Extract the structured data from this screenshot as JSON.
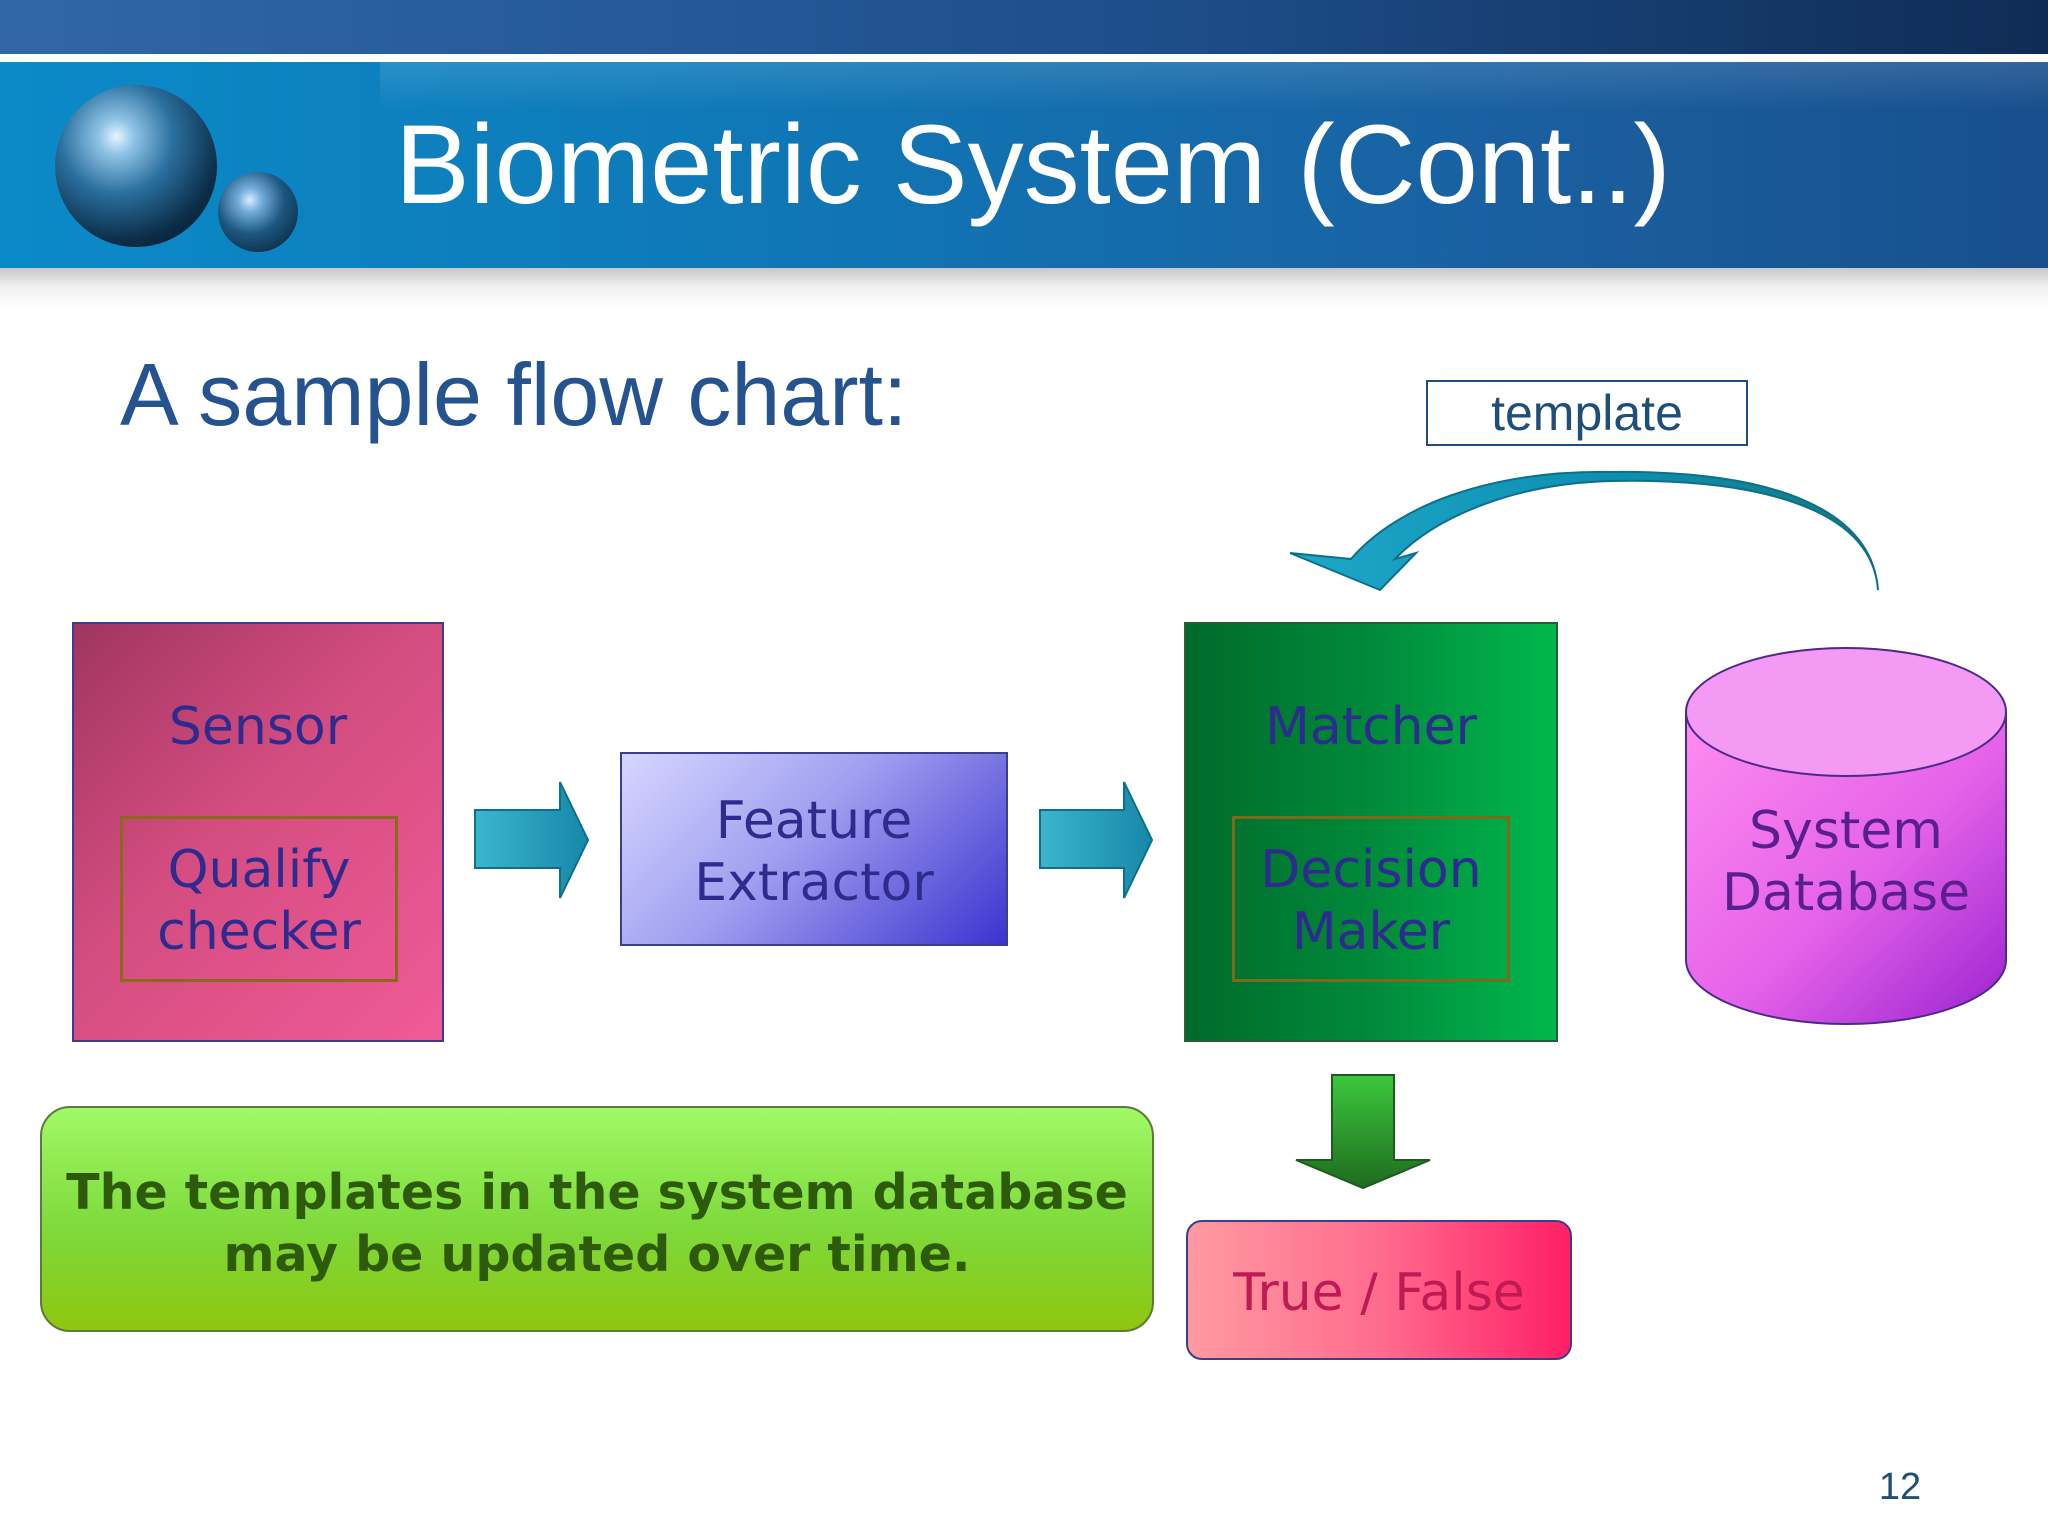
{
  "slide": {
    "title": "Biometric System (Cont..)",
    "subtitle": "A sample flow chart:",
    "page_number": "12"
  },
  "diagram": {
    "template_label": "template",
    "sensor": "Sensor",
    "qualify_checker": "Qualify\nchecker",
    "feature_extractor": "Feature\nExtractor",
    "matcher": "Matcher",
    "decision_maker": "Decision\nMaker",
    "system_database": "System\nDatabase",
    "result": "True / False",
    "note": "The templates in the system database\nmay be updated over time."
  },
  "colors": {
    "title_band": "#0f79b8",
    "title_text": "#ffffff",
    "subtitle_text": "#24538f",
    "label_text": "#2e2b8f",
    "arrow_teal": "#1fa0bd",
    "arrow_green": "#2a9a2a"
  }
}
